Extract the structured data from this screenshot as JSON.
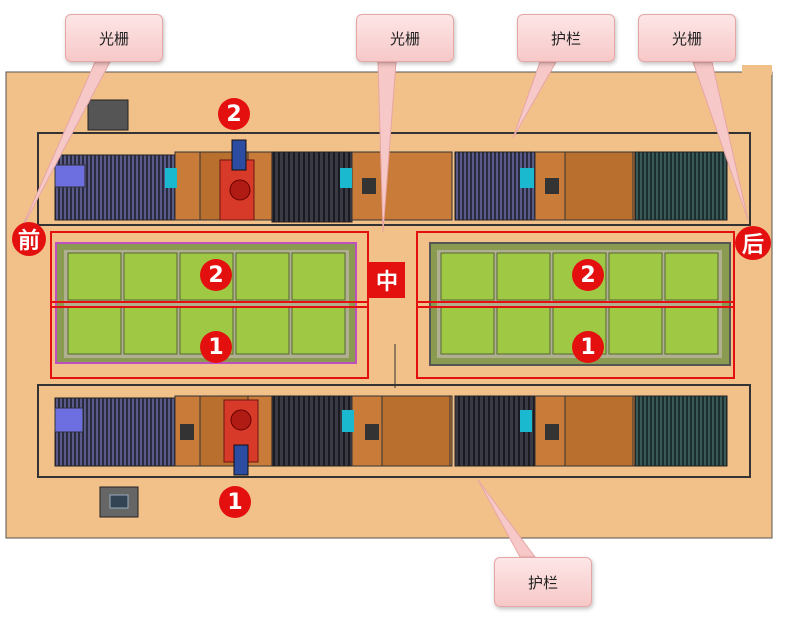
{
  "callouts": {
    "light_curtain_1": "光栅",
    "light_curtain_2": "光栅",
    "guardrail_top": "护栏",
    "light_curtain_3": "光栅",
    "guardrail_bottom": "护栏"
  },
  "zones": {
    "front": "前",
    "middle": "中",
    "rear": "后"
  },
  "markers": {
    "robot_top": "2",
    "robot_bottom": "1",
    "left_row2": "2",
    "left_row1": "1",
    "right_row2": "2",
    "right_row1": "1"
  },
  "colors": {
    "floor": "#f2c089",
    "pallet": "#9fc845",
    "conveyor": "#c97b3a",
    "robot": "#d83a2a",
    "zone_outline": "#e41010",
    "callout_bg": "#f9d2d2"
  }
}
